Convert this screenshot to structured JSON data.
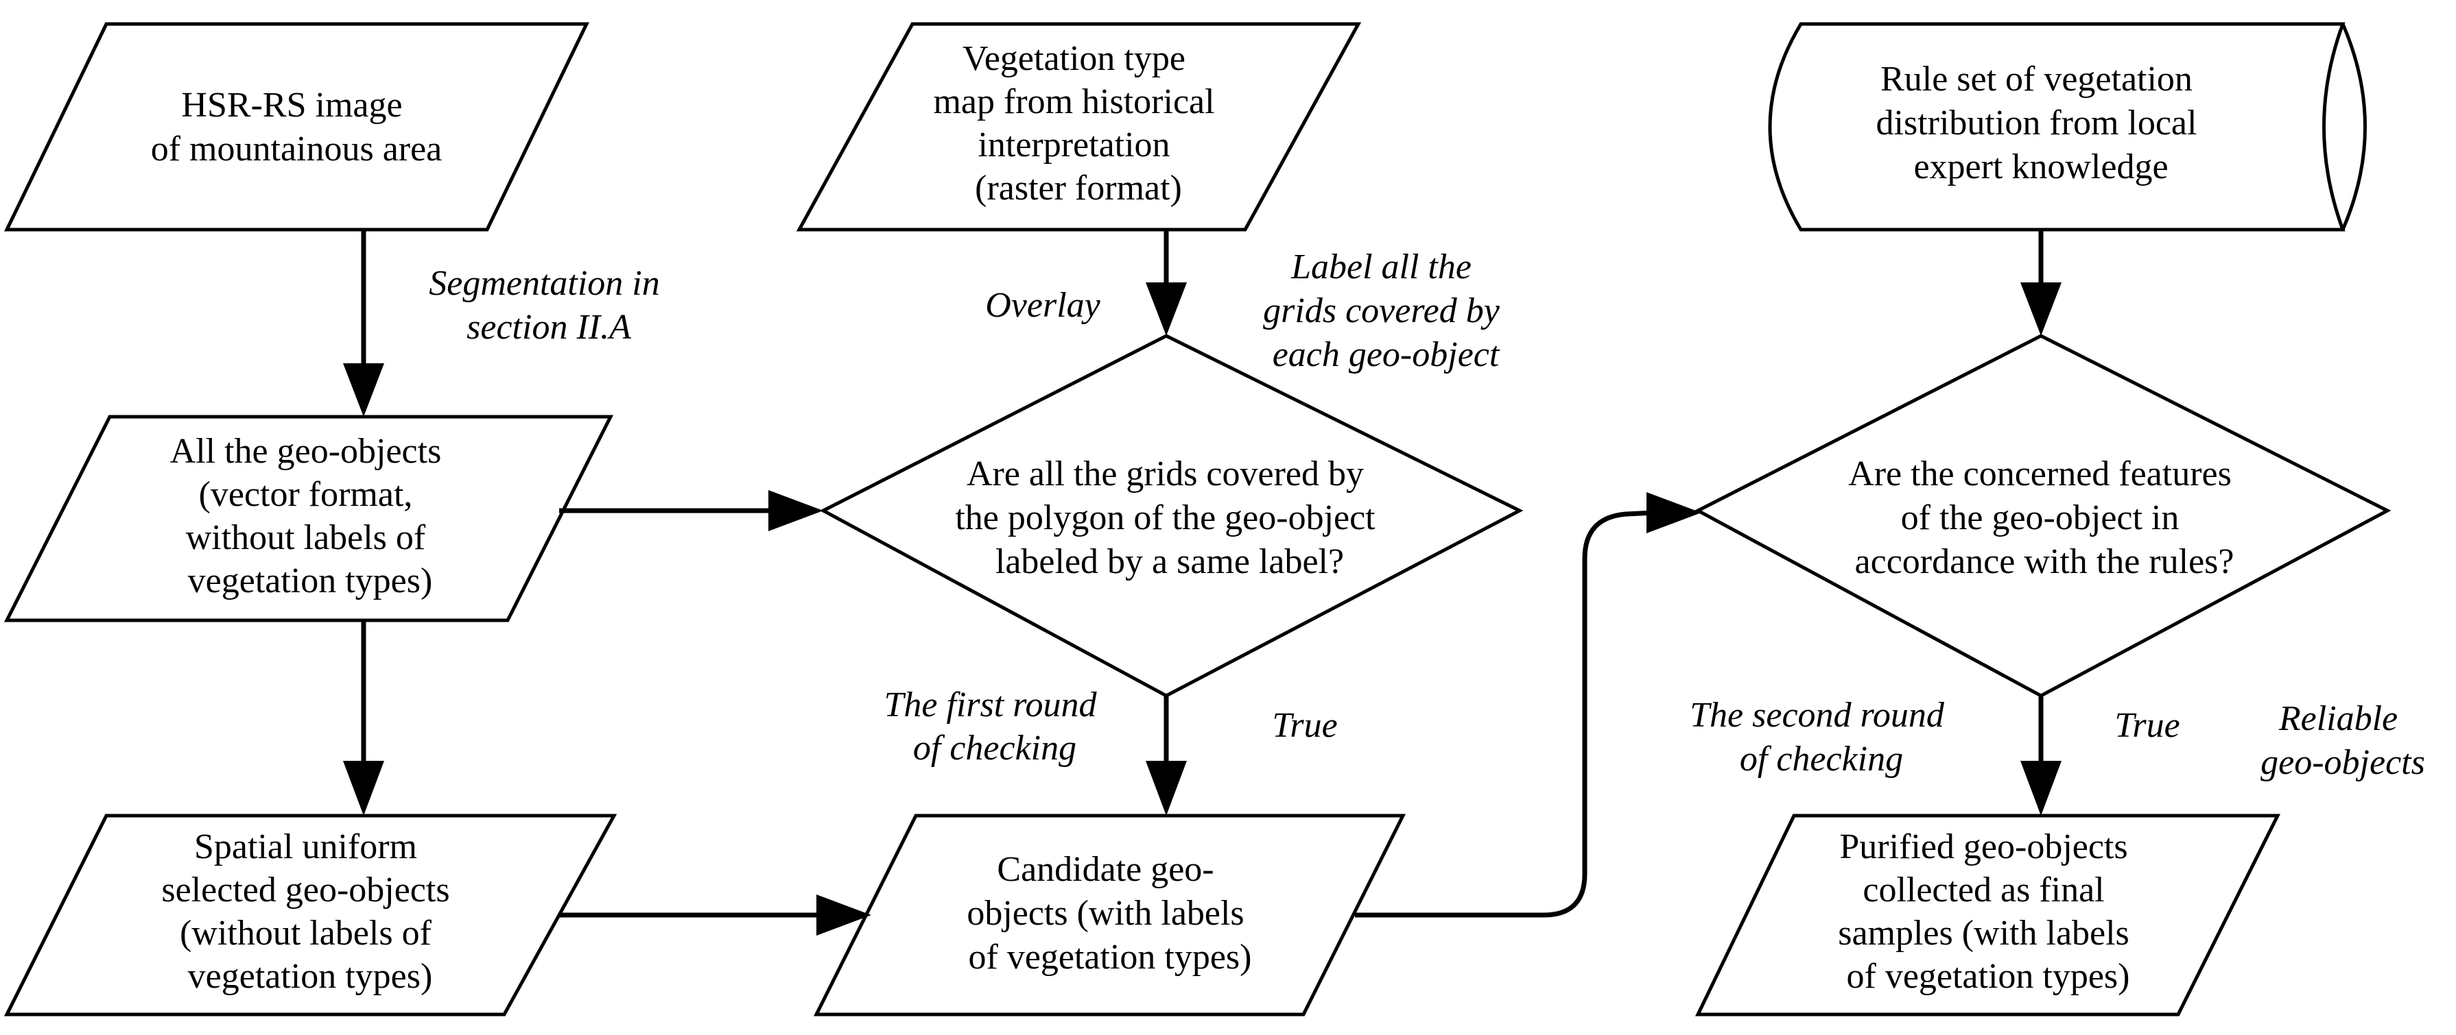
{
  "nodes": {
    "hsr_image": [
      "HSR-RS image",
      "of mountainous area"
    ],
    "veg_map": [
      "Vegetation type",
      "map from historical",
      "interpretation",
      "(raster format)"
    ],
    "rule_set": [
      "Rule set of vegetation",
      "distribution from local",
      "expert knowledge"
    ],
    "all_objects": [
      "All the geo-objects",
      "(vector format,",
      "without labels of",
      "vegetation types)"
    ],
    "decision_1": [
      "Are all the grids covered by",
      "the polygon of the geo-object",
      "labeled by a same label?"
    ],
    "decision_2": [
      "Are the concerned features",
      "of the geo-object in",
      "accordance with the rules?"
    ],
    "uniform": [
      "Spatial uniform",
      "selected geo-objects",
      "(without labels of",
      "vegetation types)"
    ],
    "candidate": [
      "Candidate geo-",
      "objects (with labels",
      "of vegetation types)"
    ],
    "purified": [
      "Purified geo-objects",
      "collected as final",
      "samples (with labels",
      "of vegetation types)"
    ]
  },
  "labels": {
    "segmentation": [
      "Segmentation in",
      "section II.A"
    ],
    "overlay": [
      "Overlay"
    ],
    "label_grids": [
      "Label all the",
      "grids covered by",
      "each geo-object"
    ],
    "first_round": [
      "The first round",
      "of checking"
    ],
    "true_1": [
      "True"
    ],
    "second_round": [
      "The second round",
      "of checking"
    ],
    "true_2": [
      "True"
    ],
    "reliable": [
      "Reliable",
      "geo-objects"
    ]
  }
}
